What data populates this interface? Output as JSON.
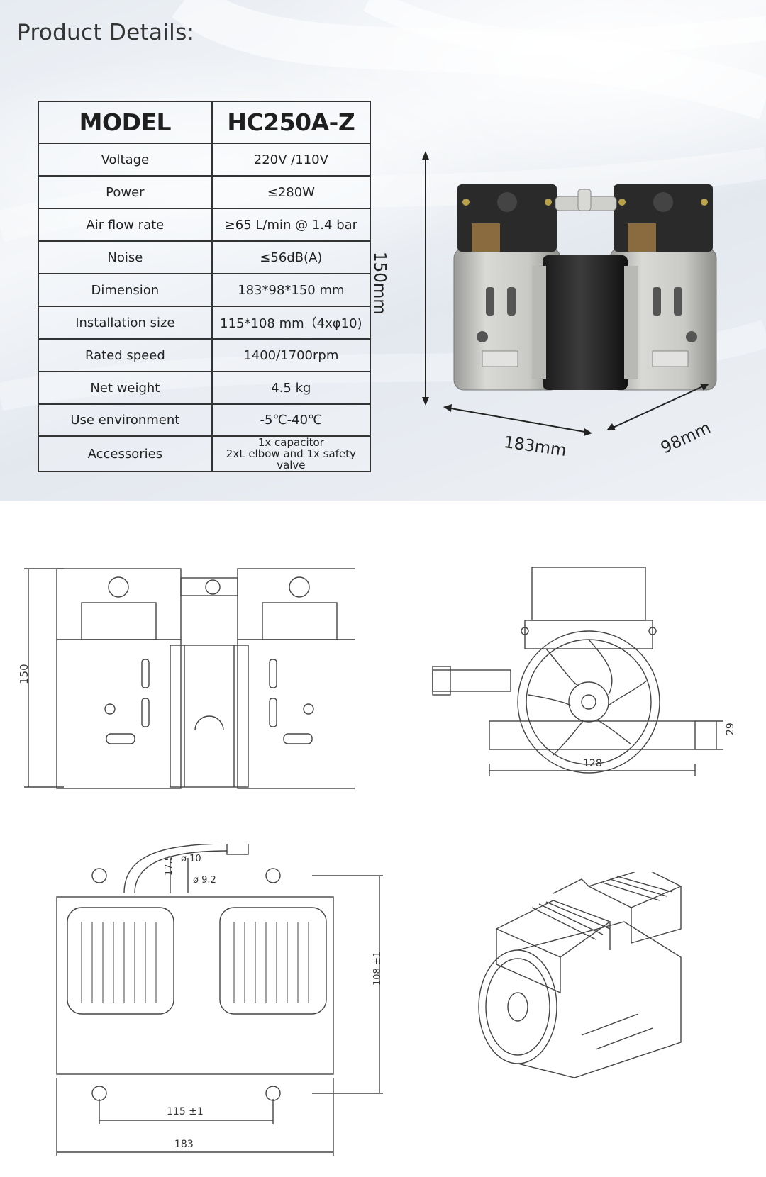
{
  "heading": "Product Details:",
  "table": {
    "header": {
      "label": "MODEL",
      "value": "HC250A-Z"
    },
    "rows": [
      {
        "label": "Voltage",
        "value": "220V /110V"
      },
      {
        "label": "Power",
        "value": "≤280W"
      },
      {
        "label": "Air flow rate",
        "value": "≥65 L/min @ 1.4 bar"
      },
      {
        "label": "Noise",
        "value": "≤56dB(A)"
      },
      {
        "label": "Dimension",
        "value": "183*98*150 mm"
      },
      {
        "label": "Installation size",
        "value": "115*108 mm（4xφ10)"
      },
      {
        "label": "Rated speed",
        "value": "1400/1700rpm"
      },
      {
        "label": "Net weight",
        "value": "4.5 kg"
      },
      {
        "label": "Use environment",
        "value": "-5℃-40℃"
      },
      {
        "label": "Accessories",
        "value_line1": "1x capacitor",
        "value_line2": "2xL elbow and 1x safety valve"
      }
    ]
  },
  "photo_dimensions": {
    "height": "150mm",
    "length": "183mm",
    "depth": "98mm"
  },
  "drawings": {
    "front_height": "150",
    "side_width": "128",
    "side_offset": "29",
    "top_dia_outer": "ø 10",
    "top_dia_inner": "ø 9.2",
    "top_offset": "17.5",
    "top_mount_height": "108 ±1",
    "top_mount_width": "115  ±1",
    "top_length": "183"
  }
}
